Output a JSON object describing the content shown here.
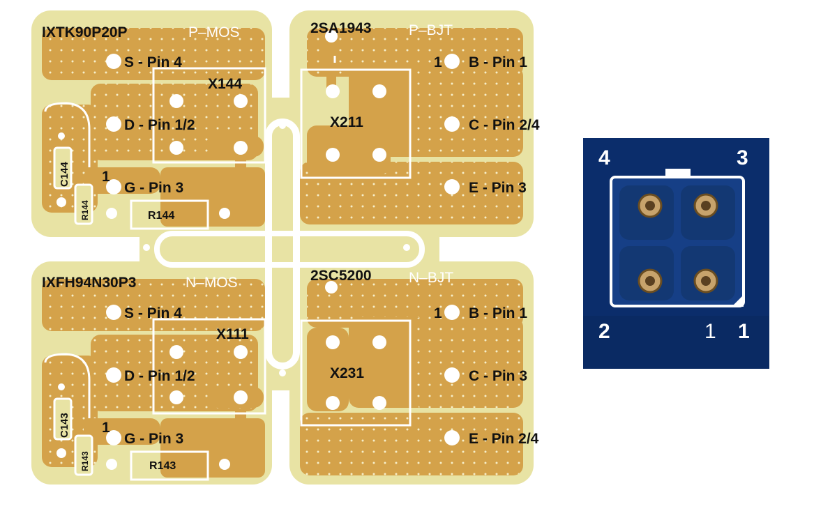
{
  "colors": {
    "board": "#e8e3a4",
    "copper": "#d4a24a",
    "copper_dark": "#c08a35",
    "silk": "#ffffff",
    "connector_bg": "#0b2d6b",
    "connector_pad": "#163f86",
    "text_dark": "#111111"
  },
  "quadrants": [
    {
      "part": "IXTK90P20P",
      "type": "P–MOS",
      "ref": "X144",
      "pins": [
        "S - Pin 4",
        "D - Pin 1/2",
        "G - Pin 3"
      ],
      "pin1_marker": "1",
      "cap": "C144",
      "res_small": "R144",
      "res_big": "R144"
    },
    {
      "part": "2SA1943",
      "type": "P–BJT",
      "ref": "X211",
      "pin1_marker": "1",
      "pins": [
        "B - Pin 1",
        "C - Pin 2/4",
        "E - Pin 3"
      ]
    },
    {
      "part": "IXFH94N30P3",
      "type": "N–MOS",
      "ref": "X111",
      "pins": [
        "S - Pin 4",
        "D - Pin 1/2",
        "G - Pin 3"
      ],
      "pin1_marker": "1",
      "cap": "C143",
      "res_small": "R143",
      "res_big": "R143"
    },
    {
      "part": "2SC5200",
      "type": "N–BJT",
      "ref": "X231",
      "pin1_marker": "1",
      "pins": [
        "B - Pin 1",
        "C - Pin 3",
        "E - Pin 2/4"
      ]
    }
  ],
  "connector": {
    "pin_numbers": [
      "4",
      "3",
      "2",
      "1"
    ],
    "silk_pin1": "1"
  }
}
